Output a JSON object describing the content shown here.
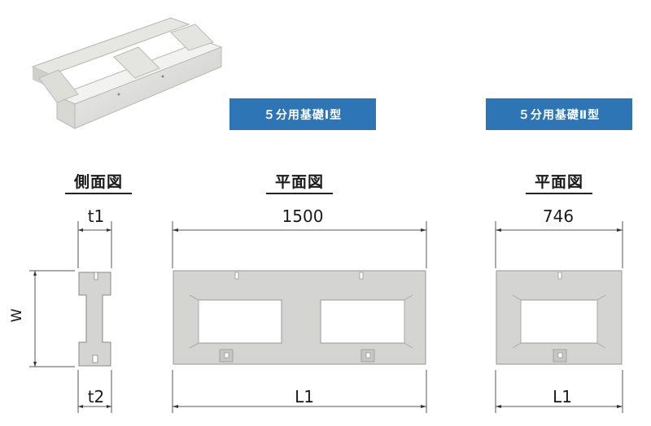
{
  "badges": {
    "type1": "５分用基礎Ⅰ型",
    "type2": "５分用基礎Ⅱ型"
  },
  "titles": {
    "side": "側面図",
    "plan1": "平面図",
    "plan2": "平面図"
  },
  "dims": {
    "t1": "t1",
    "t2": "t2",
    "w": "W",
    "length1": "1500",
    "length2": "746",
    "l1_type1": "L1",
    "l1_type2": "L1"
  }
}
